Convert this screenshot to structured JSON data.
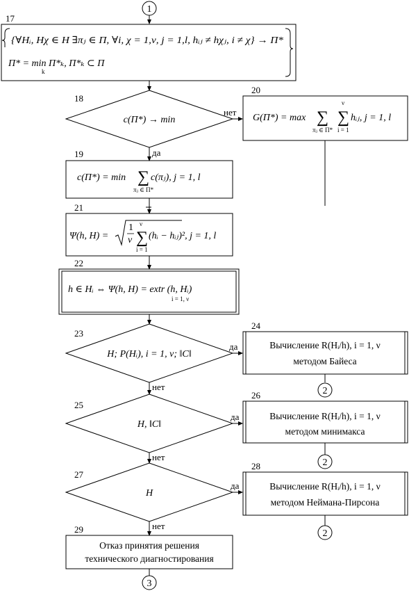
{
  "connectors": {
    "top": "1",
    "bottom": "3",
    "return": "2"
  },
  "branch_labels": {
    "yes": "да",
    "no": "нет"
  },
  "blocks": {
    "b17": {
      "num": "17",
      "line1": "{∀Hᵢ, Hχ ∈ H ∃πⱼ ∈ Π, ∀i, χ = 1,ν, j = 1,l, hᵢⱼ ≠ hχⱼ, i ≠ χ} → Π*",
      "line2": "Π* = min Π*ₖ, Π*ₖ ⊂ Π",
      "line2_sub": "k"
    },
    "b18": {
      "num": "18",
      "text": "c(Π*)   → min"
    },
    "b19": {
      "num": "19",
      "lhs": "c(Π*) = min",
      "sum_sub": "πⱼ ∈ Π*",
      "term": "c(πⱼ), j = 1, l"
    },
    "b20": {
      "num": "20",
      "lhs": "G(Π*) = max",
      "sub1": "πⱼ ∈ Π*",
      "sup2": "ν",
      "sub2": "i = 1",
      "term": "hᵢⱼ, j = 1, l"
    },
    "b21": {
      "num": "21",
      "lhs": "Ψ(h, H) = ",
      "frac_num": "1",
      "frac_den": "ν",
      "sup": "ν",
      "sub": "i = 1",
      "term": "(hᵢ − hᵢⱼ)², j = 1, l"
    },
    "b22": {
      "num": "22",
      "lhs": "h ∈ Hᵢ ⇔ Ψ(h, H) = extr (h, Hᵢ)",
      "sub": "i = 1, ν"
    },
    "b23": {
      "num": "23",
      "text": "H; P(Hᵢ), i = 1, ν; ‖C‖"
    },
    "b24": {
      "num": "24",
      "line1": "Вычисление R(Hᵢ/h), i = 1, ν",
      "line2": "методом Байеса"
    },
    "b25": {
      "num": "25",
      "text": "H, ‖C‖"
    },
    "b26": {
      "num": "26",
      "line1": "Вычисление R(Hᵢ/h), i = 1, ν",
      "line2": "методом минимакса"
    },
    "b27": {
      "num": "27",
      "text": "H"
    },
    "b28": {
      "num": "28",
      "line1": "Вычисление R(Hᵢ/h), i = 1, ν",
      "line2": "методом Неймана-Пирсона"
    },
    "b29": {
      "num": "29",
      "line1": "Отказ принятия решения",
      "line2": "технического диагностирования"
    }
  }
}
